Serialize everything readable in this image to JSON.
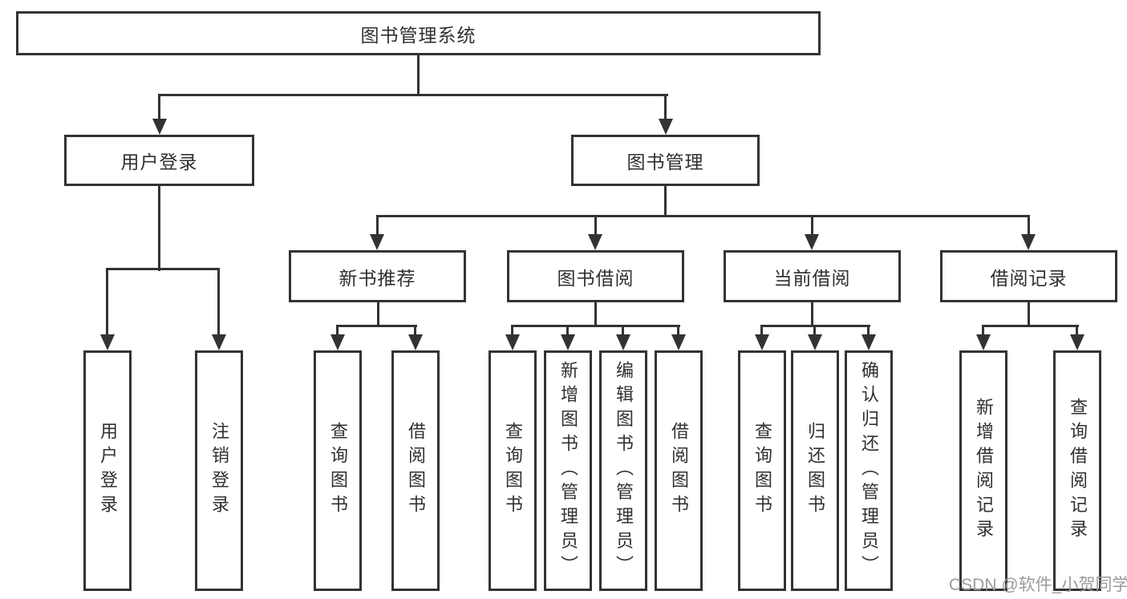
{
  "tree": {
    "root": "图书管理系统",
    "children": [
      {
        "label": "用户登录",
        "children": [
          "用户登录",
          "注销登录"
        ]
      },
      {
        "label": "图书管理",
        "children": [
          {
            "label": "新书推荐",
            "children": [
              "查询图书",
              "借阅图书"
            ]
          },
          {
            "label": "图书借阅",
            "children": [
              "查询图书",
              "新增图书（管理员）",
              "编辑图书（管理员）",
              "借阅图书"
            ]
          },
          {
            "label": "当前借阅",
            "children": [
              "查询图书",
              "归还图书",
              "确认归还（管理员）"
            ]
          },
          {
            "label": "借阅记录",
            "children": [
              "新增借阅记录",
              "查询借阅记录"
            ]
          }
        ]
      }
    ]
  },
  "colors": {
    "line": "#333333",
    "text": "#303030",
    "background": "#ffffff",
    "watermark": "#9b9b9b"
  },
  "watermark": {
    "text": "CSDN @软件_小贺同学"
  }
}
